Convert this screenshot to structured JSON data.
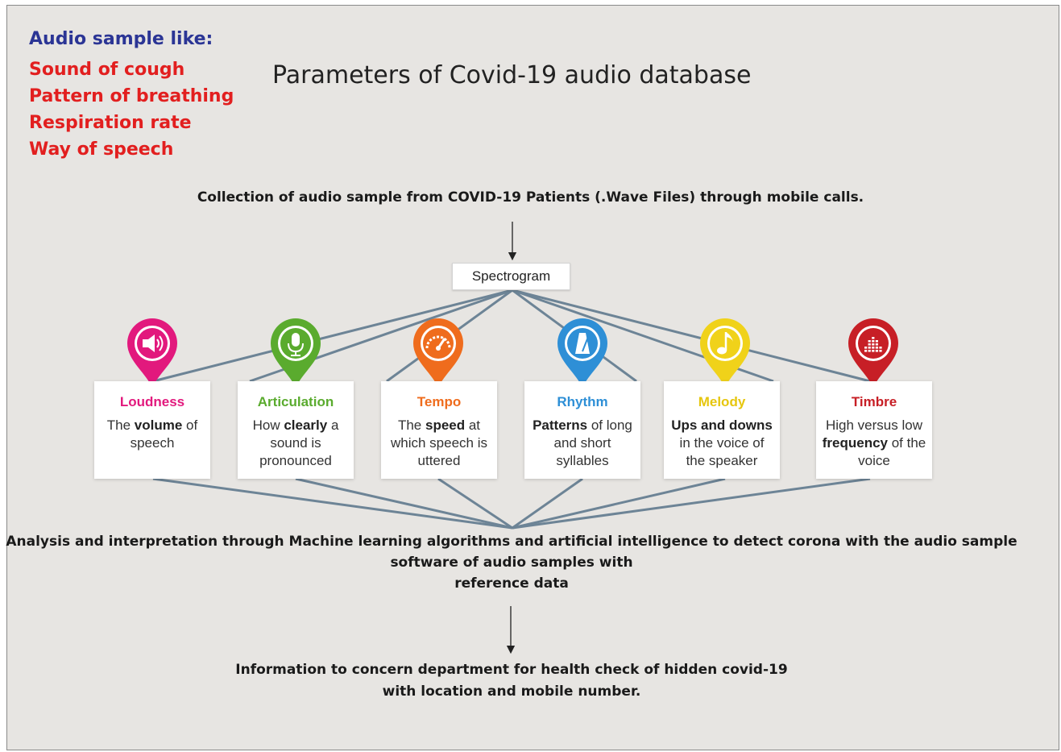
{
  "audio_samples": {
    "heading": "Audio sample like:",
    "items": [
      "Sound of cough",
      "Pattern of breathing",
      "Respiration rate",
      "Way of speech"
    ]
  },
  "title": "Parameters of Covid-19 audio database",
  "collection_text": "Collection of audio sample from  COVID-19 Patients (.Wave Files) through mobile calls.",
  "spectrogram_label": "Spectrogram",
  "parameters": [
    {
      "name": "Loudness",
      "color": "#e2197d",
      "icon": "speaker-icon",
      "desc_pre": "The ",
      "desc_bold": "volume",
      "desc_post": " of speech"
    },
    {
      "name": "Articulation",
      "color": "#5aab2e",
      "icon": "microphone-icon",
      "desc_pre": "How ",
      "desc_bold": "clearly",
      "desc_post": " a sound is pronounced"
    },
    {
      "name": "Tempo",
      "color": "#ef6c1d",
      "icon": "speedometer-icon",
      "desc_pre": "The ",
      "desc_bold": "speed",
      "desc_post": " at which speech is uttered"
    },
    {
      "name": "Rhythm",
      "color": "#2e8fd6",
      "icon": "metronome-icon",
      "desc_pre": "",
      "desc_bold": "Patterns",
      "desc_post": " of long and short syllables"
    },
    {
      "name": "Melody",
      "color": "#f0d21a",
      "icon": "music-note-icon",
      "desc_pre": "",
      "desc_bold": "Ups and downs",
      "desc_post": " in the voice of the speaker"
    },
    {
      "name": "Timbre",
      "color": "#c71f26",
      "icon": "equalizer-icon",
      "desc_pre": "High versus low ",
      "desc_bold": "frequency",
      "desc_post": " of the voice"
    }
  ],
  "analysis_lines": [
    "Analysis and interpretation through Machine learning algorithms  and artificial intelligence to detect corona with the audio sample",
    "software  of audio samples with",
    "reference data"
  ],
  "info_lines": [
    "Information to concern department for health check of hidden covid-19",
    "with location and mobile number."
  ],
  "colors": {
    "background": "#e7e5e2",
    "connector": "#6d8496",
    "heading_blue": "#2b3595",
    "sample_red": "#e21f1f"
  }
}
